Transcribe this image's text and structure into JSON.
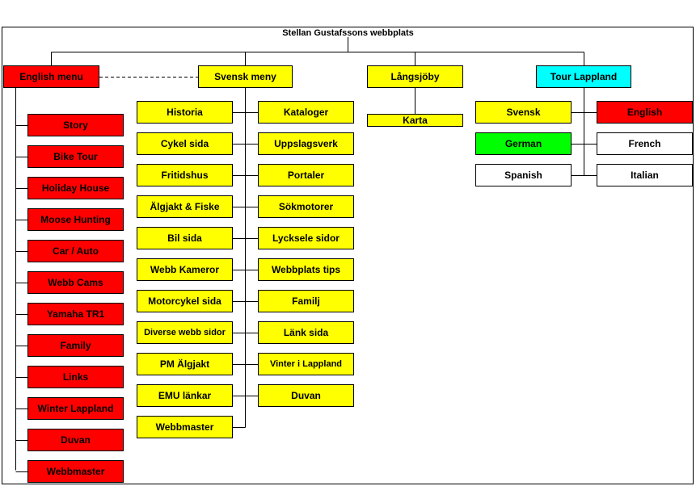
{
  "title": "Stellan Gustafssons webbplats",
  "colors": {
    "red": "#ff0000",
    "yellow": "#ffff00",
    "cyan": "#00ffff",
    "green": "#00ff00",
    "white": "#ffffff",
    "line": "#000000"
  },
  "english_menu": {
    "label": "English menu",
    "items": [
      "Story",
      "Bike Tour",
      "Holiday House",
      "Moose Hunting",
      "Car / Auto",
      "Webb Cams",
      "Yamaha TR1",
      "Family",
      "Links",
      "Winter Lappland",
      "Duvan",
      "Webbmaster"
    ]
  },
  "svensk_meny": {
    "label": "Svensk meny",
    "left_items": [
      "Historia",
      "Cykel sida",
      "Fritidshus",
      "Älgjakt & Fiske",
      "Bil sida",
      "Webb Kameror",
      "Motorcykel sida",
      "Diverse webb sidor",
      "PM Älgjakt",
      "EMU länkar",
      "Webbmaster"
    ],
    "right_items": [
      "Kataloger",
      "Uppslagsverk",
      "Portaler",
      "Sökmotorer",
      "Lycksele sidor",
      "Webbplats tips",
      "Familj",
      "Länk sida",
      "Vinter i Lappland",
      "Duvan"
    ]
  },
  "langsjoby": {
    "label": "Långsjöby",
    "items": [
      "Karta"
    ]
  },
  "tour_lappland": {
    "label": "Tour Lappland",
    "left_items": [
      "Svensk",
      "German",
      "Spanish"
    ],
    "right_items": [
      "English",
      "French",
      "Italian"
    ]
  }
}
